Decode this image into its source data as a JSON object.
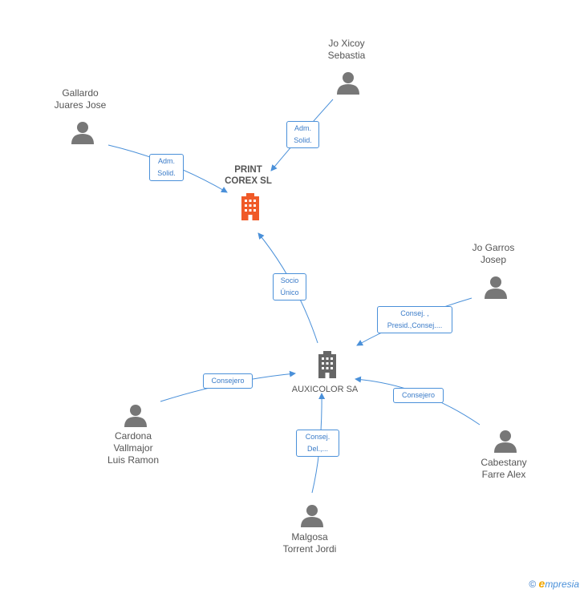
{
  "company_main": {
    "line1": "PRINT",
    "line2": "COREX SL"
  },
  "company_secondary": {
    "label": "AUXICOLOR SA"
  },
  "persons": {
    "jo_xicoy": {
      "line1": "Jo Xicoy",
      "line2": "Sebastia"
    },
    "gallardo": {
      "line1": "Gallardo",
      "line2": "Juares Jose"
    },
    "jo_garros": {
      "line1": "Jo Garros",
      "line2": "Josep"
    },
    "cardona": {
      "line1": "Cardona",
      "line2": "Vallmajor",
      "line3": "Luis Ramon"
    },
    "cabestany": {
      "line1": "Cabestany",
      "line2": "Farre Alex"
    },
    "malgosa": {
      "line1": "Malgosa",
      "line2": "Torrent Jordi"
    }
  },
  "relations": {
    "xicoy": {
      "line1": "Adm.",
      "line2": "Solid."
    },
    "gallardo": {
      "line1": "Adm.",
      "line2": "Solid."
    },
    "socio": {
      "line1": "Socio",
      "line2": "Único"
    },
    "garros": {
      "line1": "Consej. ,",
      "line2": "Presid.,Consej...."
    },
    "cardona": {
      "line1": "Consejero"
    },
    "cabestany": {
      "line1": "Consejero"
    },
    "malgosa": {
      "line1": "Consej.",
      "line2": "Del.,..."
    }
  },
  "footer": {
    "copyright": "©",
    "e": "e",
    "brand": "mpresia"
  },
  "colors": {
    "edge": "#4a90d9",
    "main_company": "#f05a28",
    "secondary_company": "#666666",
    "person": "#777777"
  }
}
